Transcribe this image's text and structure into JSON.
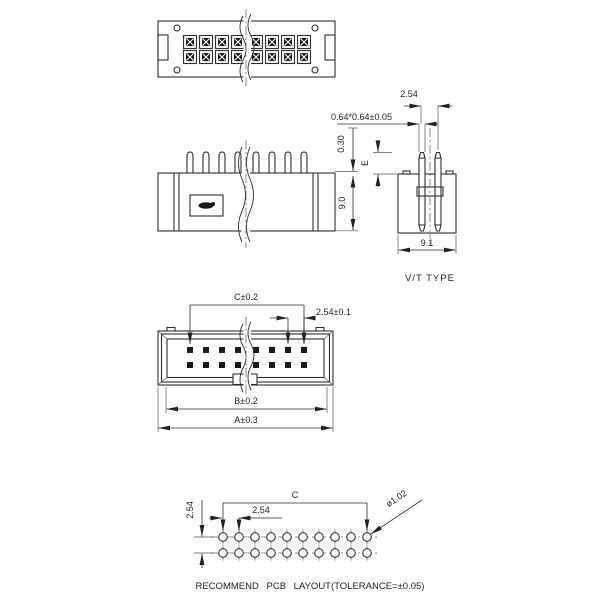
{
  "drawing": {
    "caption": "RECOMMEND PCB LAYOUT(TOLERANCE=±0.05)",
    "top_view": {
      "pin_rows": 2,
      "pin_cols": 8
    },
    "side_view": {
      "dim_pin_height": "0.30",
      "dim_body_height": "9.0"
    },
    "vt_view": {
      "label": "V/T TYPE",
      "dim_pitch": "2.54",
      "dim_pin_section": "0.64*0.64±0.05",
      "dim_tail": "E",
      "dim_body_width": "9.1"
    },
    "front_view": {
      "dim_c": "C±0.2",
      "dim_pitch": "2.54±0.1",
      "dim_b": "B±0.2",
      "dim_a": "A±0.3"
    },
    "pcb_layout": {
      "hole_rows": 2,
      "hole_cols": 10,
      "dim_row_pitch": "2.54",
      "dim_span": "C",
      "dim_pitch": "2.54",
      "dim_hole_dia": "ø1.02"
    }
  }
}
